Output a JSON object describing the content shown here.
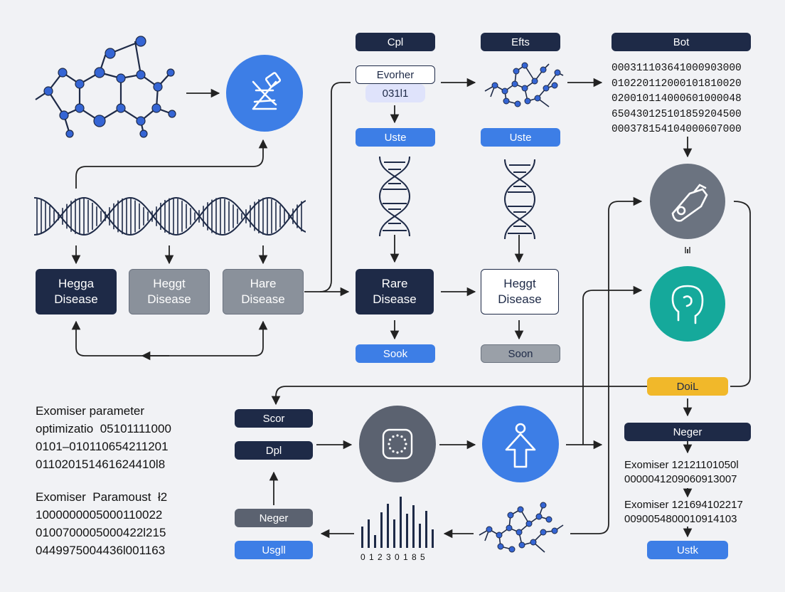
{
  "top": {
    "cpl_label": "Cpl",
    "efts_label": "Efts",
    "bot_label": "Bot",
    "evorher_label": "Evorher",
    "code_label": "031l1",
    "uste_left_label": "Uste",
    "uste_right_label": "Uste"
  },
  "bot_matrix": [
    "000311103641000903000",
    "010220112000101810020",
    "020010114000601000048",
    "650430125101859204500",
    "000378154104000607000"
  ],
  "disease_row": {
    "box1": "Hegga\nDisease",
    "box2": "Heggt\nDisease",
    "box3": "Hare\nDisease",
    "box4": "Rare\nDisease",
    "box5": "Heggt\nDisease"
  },
  "sook_label": "Sook",
  "soon_label": "Soon",
  "doil_label": "DoiL",
  "neger_right_label": "Neger",
  "ustk_label": "Ustk",
  "right_output": {
    "line1": "Exomiser 12121101050l",
    "line2": "0000041209060913007",
    "line3": "Exomiser 121694102217",
    "line4": "0090054800010914103"
  },
  "left_text": {
    "block1_line1": "Exomiser parameter",
    "block1_line2": "optimizatio  05101111000",
    "block1_line3": "0101–010110654211201",
    "block1_line4": "011020151461624410l8",
    "block2_line1": "Exomiser  Paramoust  ł2",
    "block2_line2": "1000000005000110022",
    "block2_line3": "0100700005000422l215",
    "block2_line4": "0449975004436l001163"
  },
  "bottom_stack": {
    "scor_label": "Scor",
    "dpl_label": "Dpl",
    "neger_label": "Neger",
    "usgll_label": "Usgll"
  },
  "histogram_axis": "0 1 2 3 0 1 8 5",
  "colors": {
    "navy": "#1e2a47",
    "blue": "#3d7ee6",
    "gray": "#6b7380",
    "teal": "#15a99b",
    "amber": "#f1b82a",
    "node": "#3565d4"
  }
}
